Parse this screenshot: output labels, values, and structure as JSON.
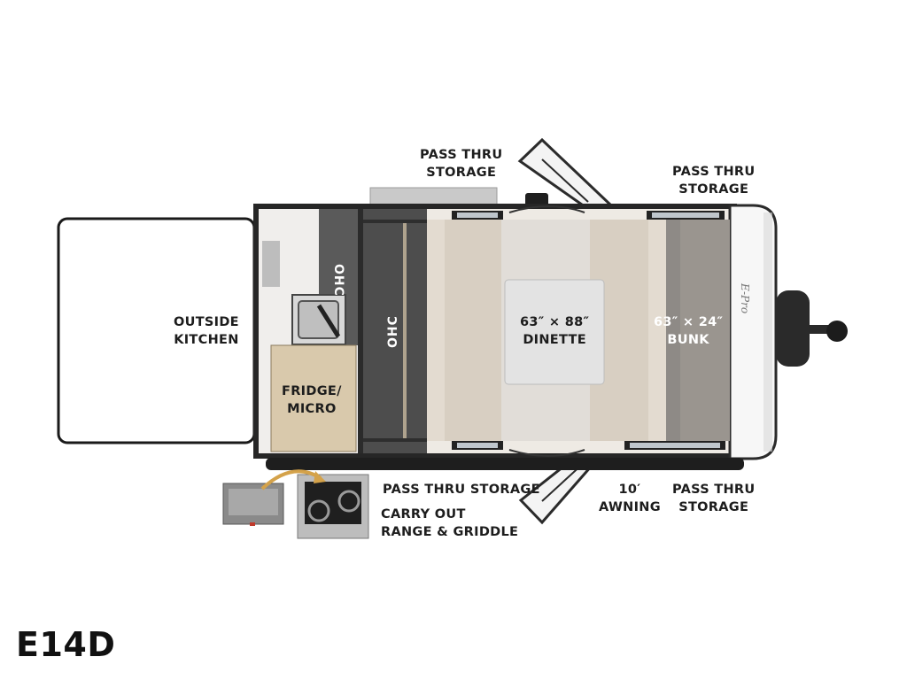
{
  "model": "E14D",
  "brand_mark": "E-Pro",
  "labels": {
    "outside_kitchen": [
      "OUTSIDE",
      "KITCHEN"
    ],
    "pass_thru_top_left": [
      "PASS THRU",
      "STORAGE"
    ],
    "pass_thru_top_right": [
      "PASS THRU",
      "STORAGE"
    ],
    "dinette": [
      "63″ × 88″",
      "DINETTE"
    ],
    "bunk": [
      "63″ × 24″",
      "BUNK"
    ],
    "fridge_micro": [
      "FRIDGE/",
      "MICRO"
    ],
    "ohc_cabinet": "OHC",
    "ohc_wall": "OHC",
    "pass_thru_bottom_left": "PASS THRU STORAGE",
    "awning": [
      "10′",
      "AWNING"
    ],
    "pass_thru_bottom_right": [
      "PASS THRU",
      "STORAGE"
    ],
    "carry_out": [
      "CARRY OUT",
      "RANGE & GRIDDLE"
    ]
  },
  "colors": {
    "wall": "#2b2b2b",
    "floor_light": "#e4e0da",
    "bench": "#d9d0c4",
    "wood": "#d8c7a9",
    "dark_cabinet": "#4a4a4a",
    "carpet": "#8c8782"
  }
}
